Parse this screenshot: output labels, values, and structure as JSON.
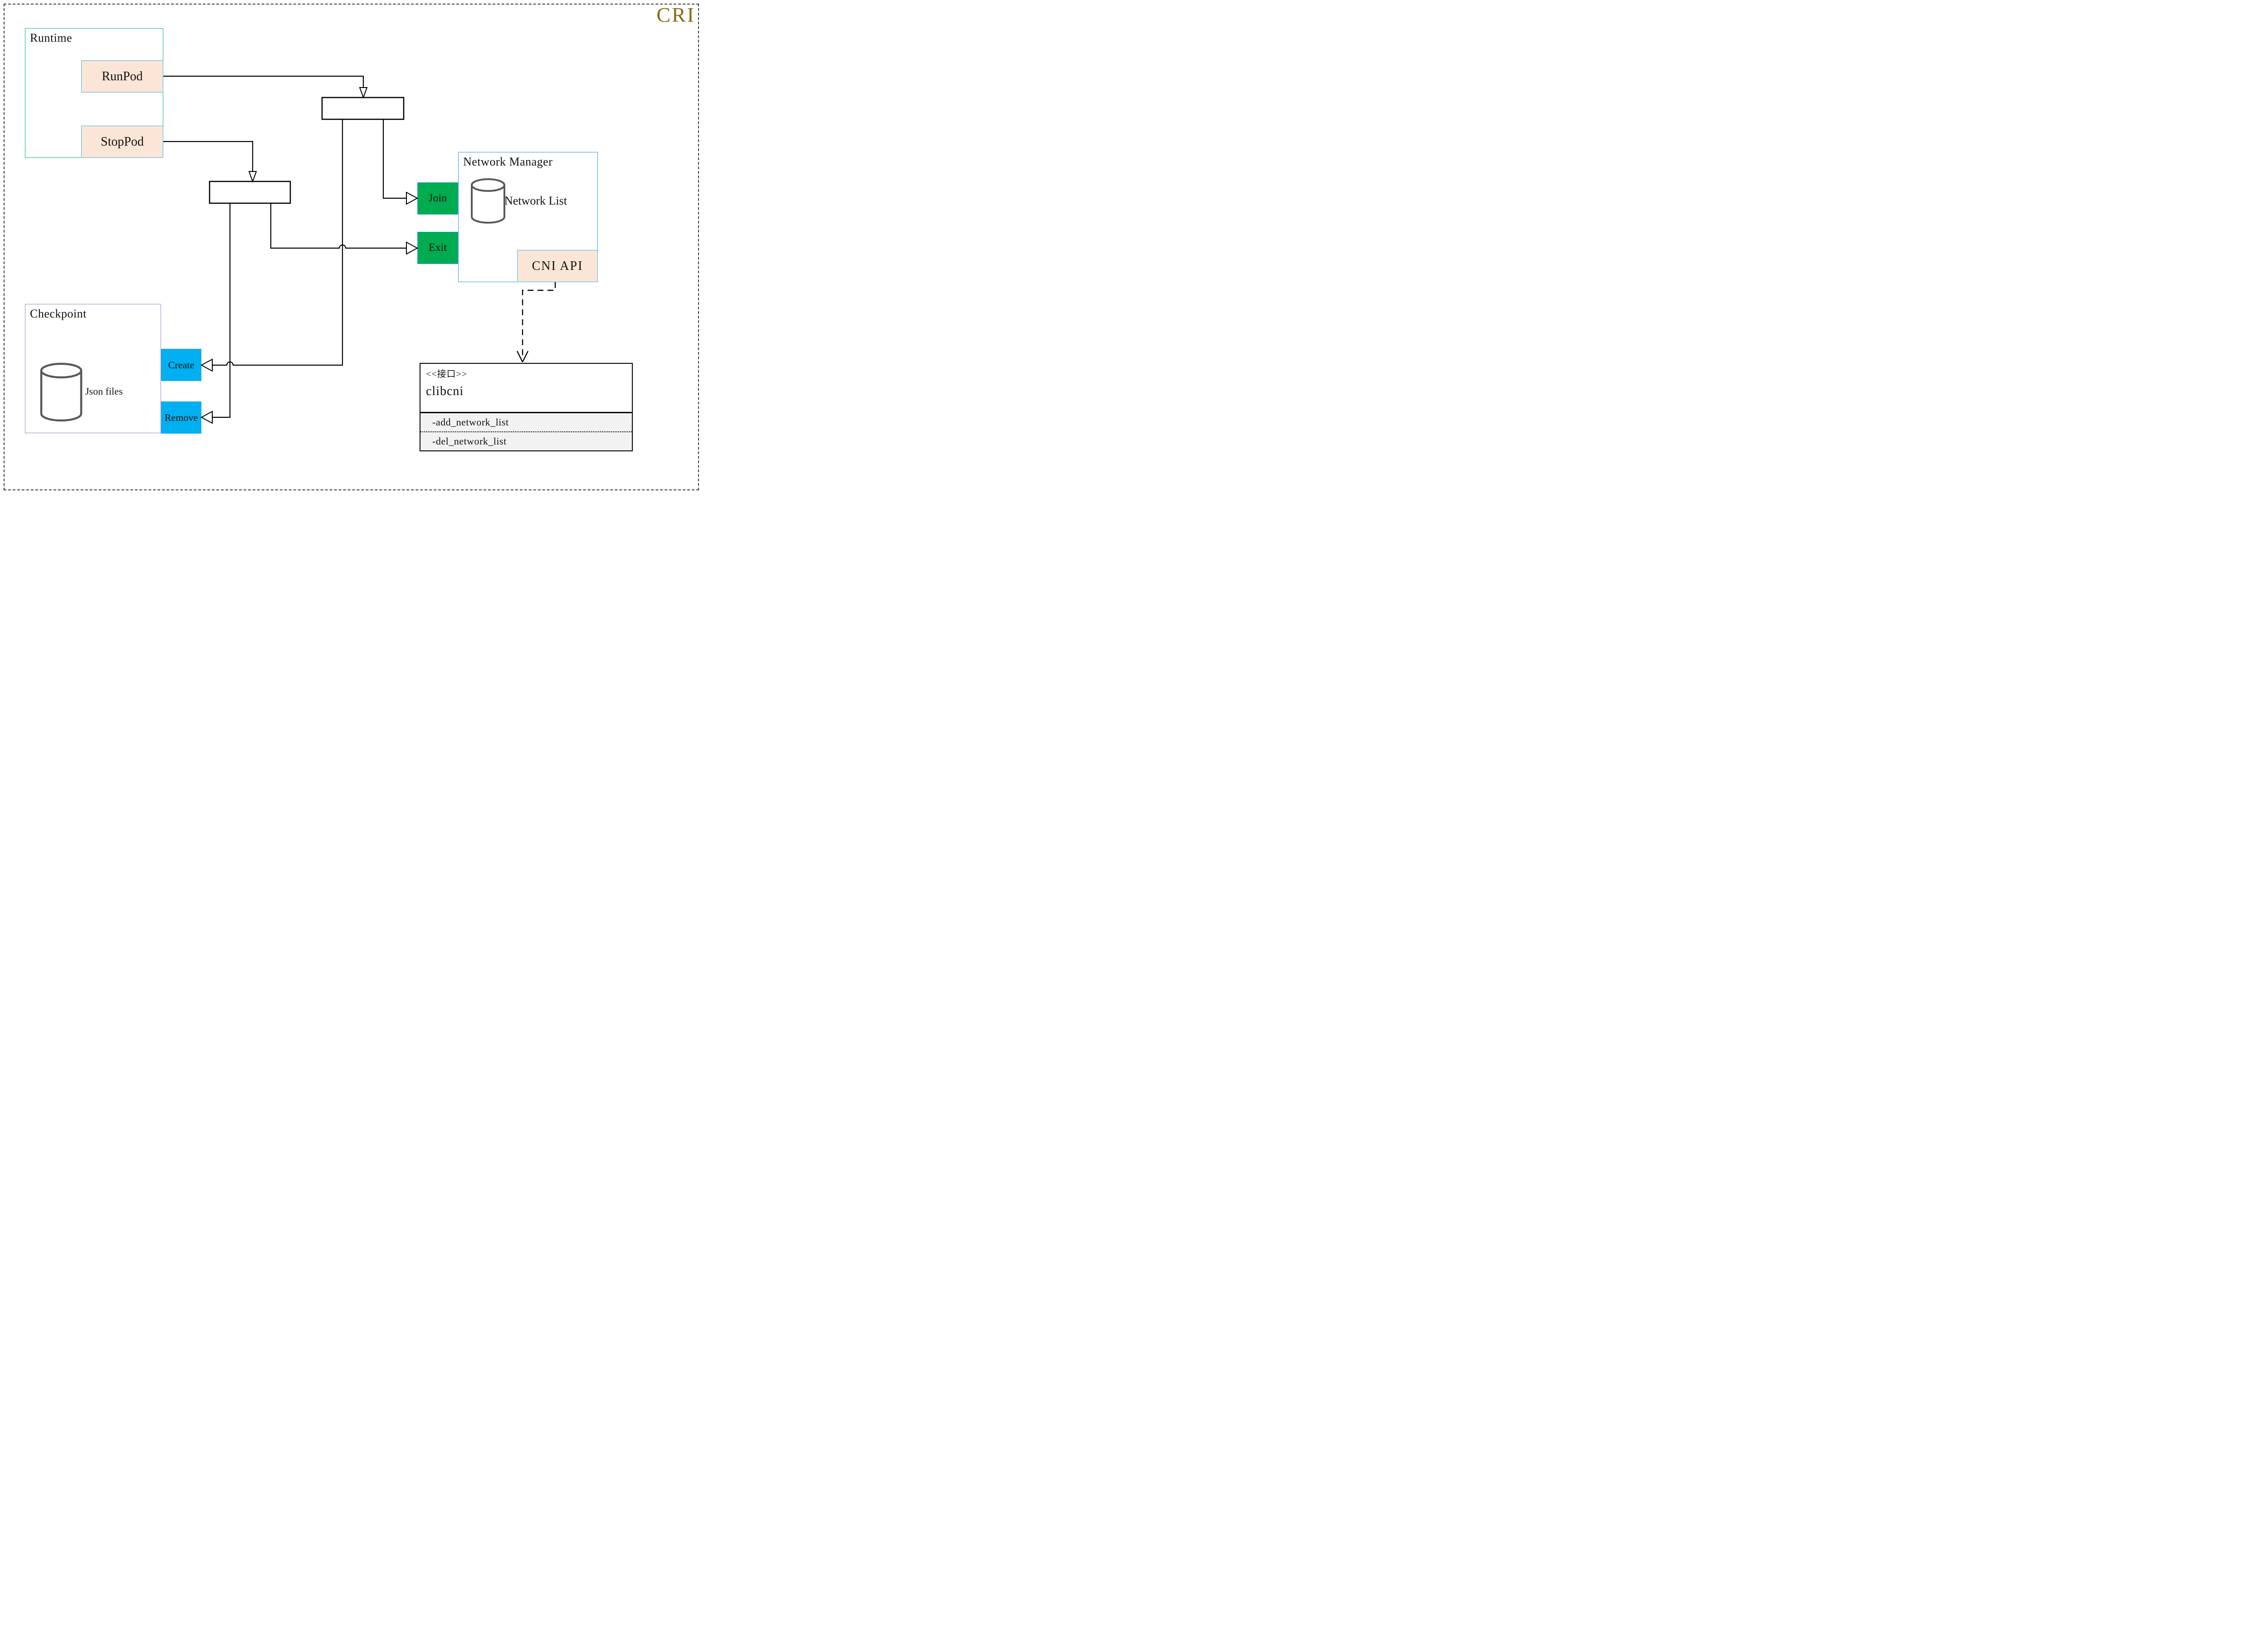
{
  "title": {
    "text": "CRI",
    "color": "#8B6914"
  },
  "runtime": {
    "label": "Runtime",
    "runpod_label": "RunPod",
    "stoppod_label": "StopPod"
  },
  "network_manager": {
    "label": "Network Manager",
    "join_label": "Join",
    "exit_label": "Exit",
    "network_list_label": "Network List",
    "cni_api_label": "CNI API"
  },
  "checkpoint": {
    "label": "Checkpoint",
    "json_files_label": "Json files",
    "create_label": "Create",
    "remove_label": "Remove"
  },
  "clibcni": {
    "stereotype": "<<接口>>",
    "name": "clibcni",
    "methods": [
      "-add_network_list",
      "-del_network_list"
    ]
  },
  "colors": {
    "title_gold": "#8B6914",
    "runtime_border_green": "#00BD5C",
    "network_manager_border_blue": "#2E9BD6",
    "checkpoint_border_purple": "#9A8BC0",
    "port_fill_peach": "#FBE5D6",
    "port_border_lightblue": "#41B8E4",
    "action_green": "#00AC4F",
    "action_blue": "#00B0F0",
    "interface_section_gray": "#F2F2F2",
    "cylinder_gray": "#595959",
    "connector_black": "#000000"
  }
}
